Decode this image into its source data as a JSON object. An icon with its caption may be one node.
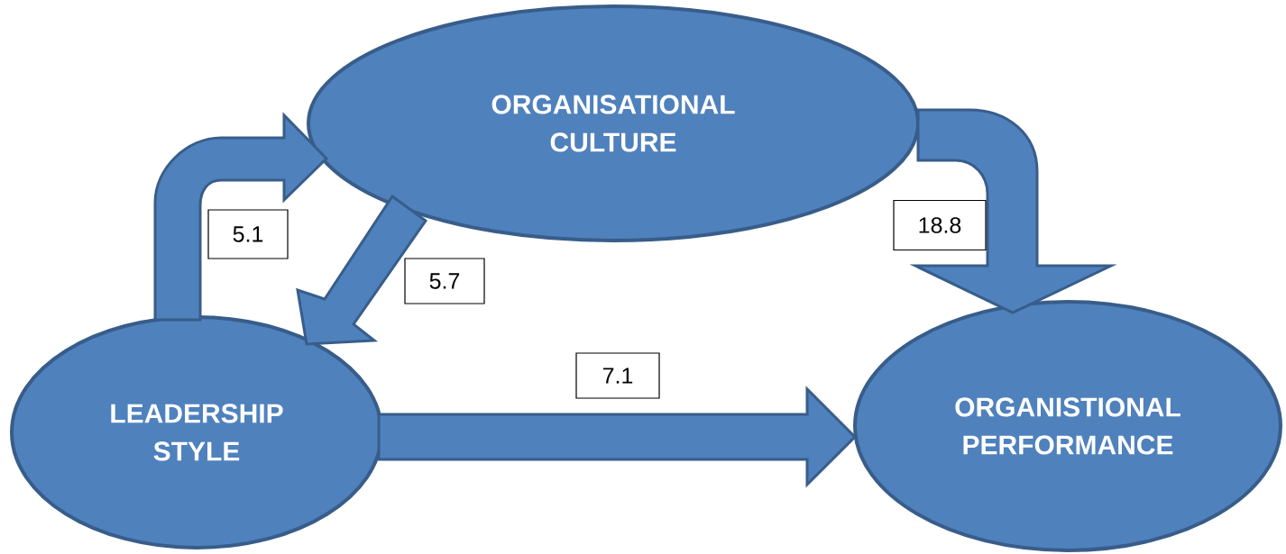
{
  "diagram": {
    "nodes": [
      {
        "text": [
          "ORGANISATIONAL CULTURE"
        ]
      },
      {
        "text": [
          "LEADERSHIP STYLE"
        ]
      },
      {
        "text": [
          "ORGANISTIONAL PERFORMANCE"
        ]
      }
    ],
    "edges": [
      {
        "from": 1,
        "to": 0,
        "arrow": "to",
        "label": "5.1"
      },
      {
        "from": 0,
        "to": 1,
        "arrow": "to",
        "label": "5.7"
      },
      {
        "from": 0,
        "to": 2,
        "arrow": "to",
        "label": "18.8"
      },
      {
        "from": 1,
        "to": 2,
        "arrow": "to",
        "label": "7.1"
      }
    ]
  }
}
